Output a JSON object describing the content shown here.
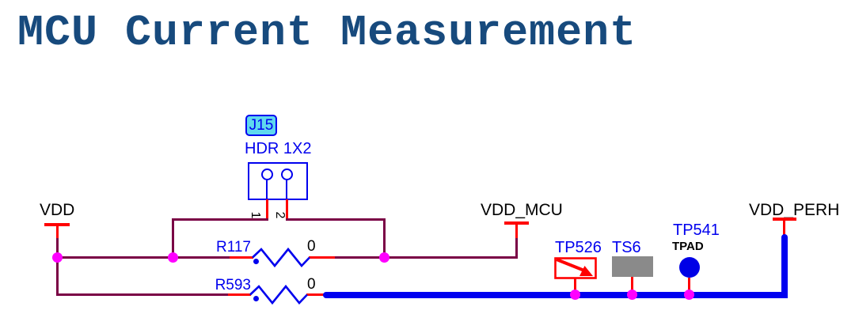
{
  "title": "MCU Current Measurement",
  "colors": {
    "title_navy": "#174A7D",
    "wire_maroon": "#7A0045",
    "pin_red": "#FF0000",
    "symbol_blue": "#0000EE",
    "bus_blue": "#0000F0",
    "junction_magenta": "#FF00FF",
    "tag_cyan_fill": "#5FD8EE",
    "pad_gray": "#8A8A8A"
  },
  "connector": {
    "refdes": "J15",
    "part": "HDR 1X2",
    "pin_numbers": [
      "1",
      "2"
    ]
  },
  "power_nets": {
    "vdd": "VDD",
    "vdd_mcu": "VDD_MCU",
    "vdd_perh": "VDD_PERH"
  },
  "resistors": [
    {
      "refdes": "R117",
      "value": "0"
    },
    {
      "refdes": "R593",
      "value": "0"
    }
  ],
  "test_points": [
    {
      "refdes": "TP526"
    },
    {
      "refdes": "TS6"
    },
    {
      "refdes": "TP541",
      "pad_type": "TPAD"
    }
  ]
}
